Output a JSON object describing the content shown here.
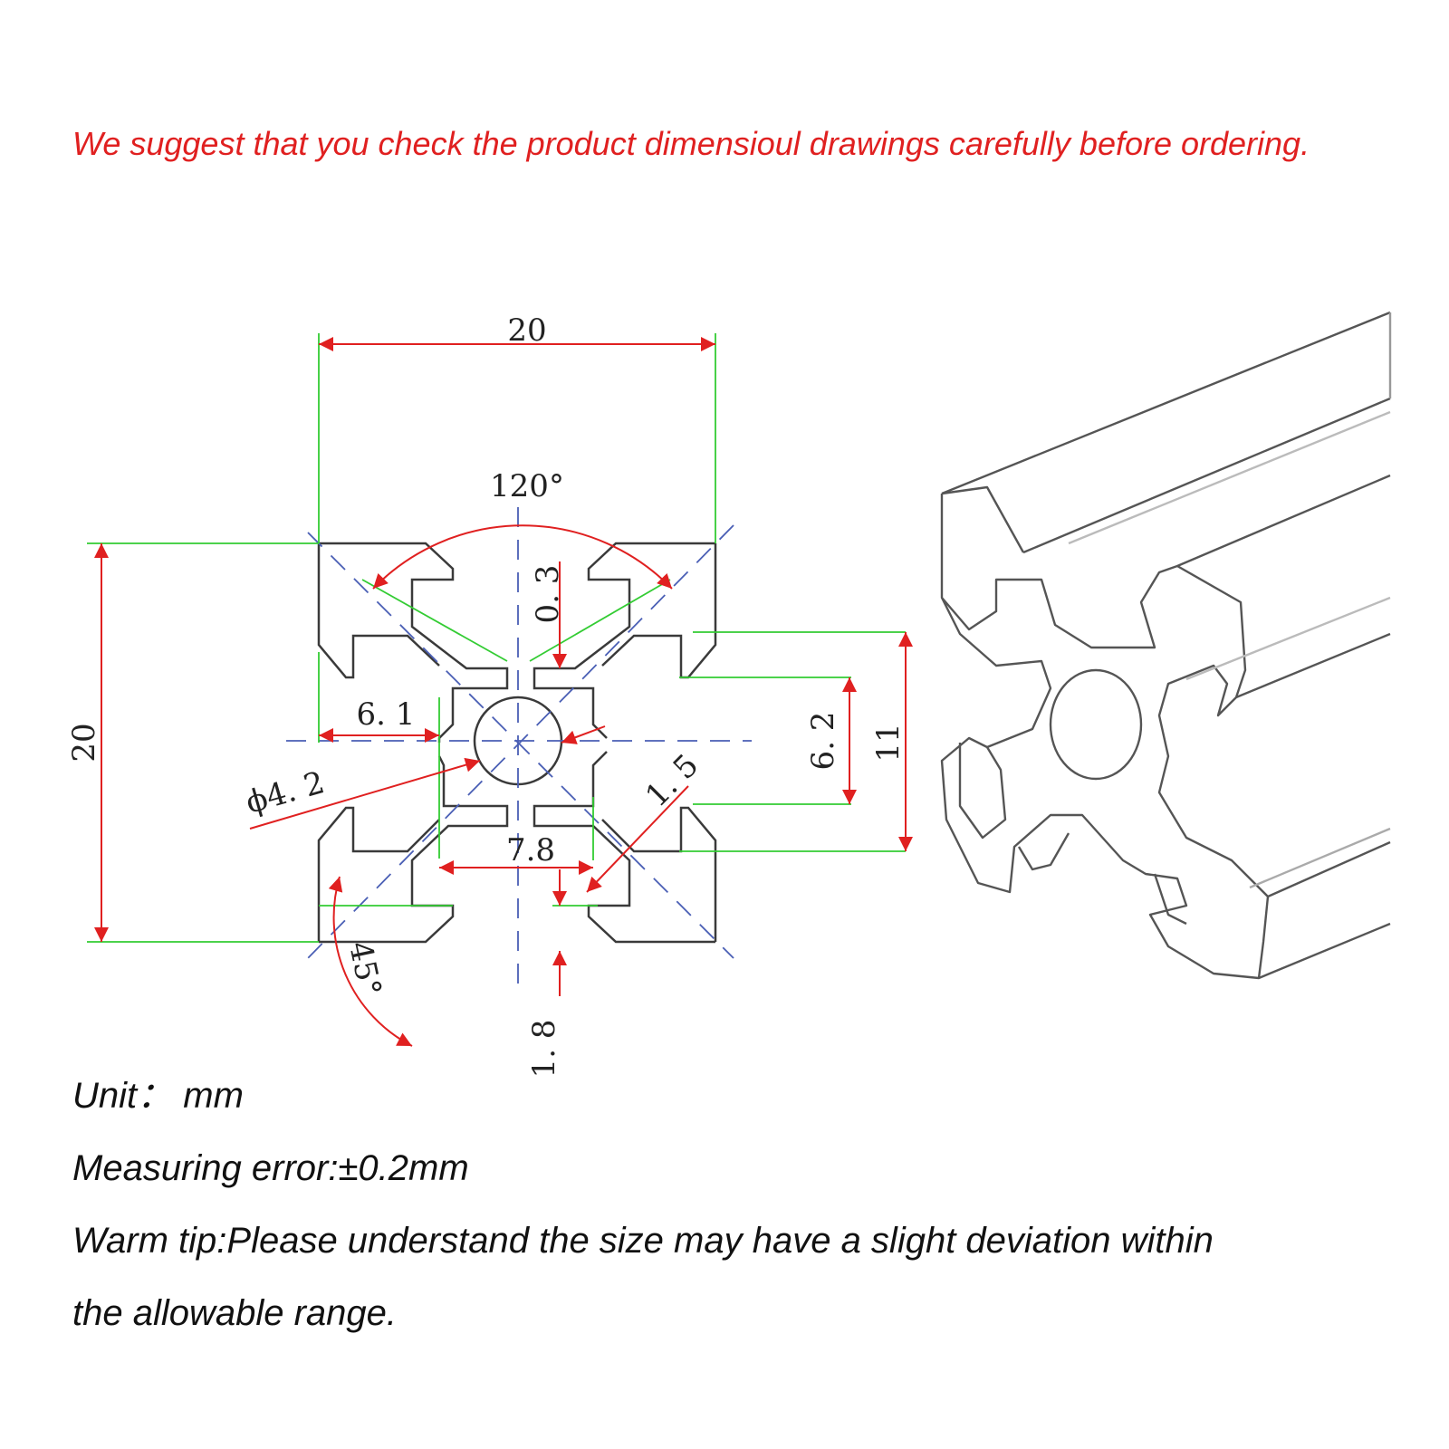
{
  "header": {
    "warning": "We suggest that you check the product dimensioul drawings carefully before ordering.",
    "warning_color": "#e02020"
  },
  "drawing": {
    "dimensions": {
      "width_top": "20",
      "angle_top": "120°",
      "height_left": "20",
      "slot_depth": "6. 1",
      "bore_diameter": "ϕ4. 2",
      "center_width": "7.8",
      "wall_thickness": "1. 5",
      "slot_opening": "6. 2",
      "slot_outer": "11",
      "gap_top": "0. 3",
      "lip": "1. 8",
      "angle_bottom": "45°"
    },
    "colors": {
      "outline": "#3a3a3a",
      "dimension_line": "#e02020",
      "extension_line": "#33cc33",
      "center_line": "#4a5fb5"
    }
  },
  "notes": {
    "unit": "Unit： mm",
    "error": "Measuring error:±0.2mm",
    "tip_line1": "Warm tip:Please understand the size may have a slight deviation within",
    "tip_line2": "the allowable range."
  }
}
